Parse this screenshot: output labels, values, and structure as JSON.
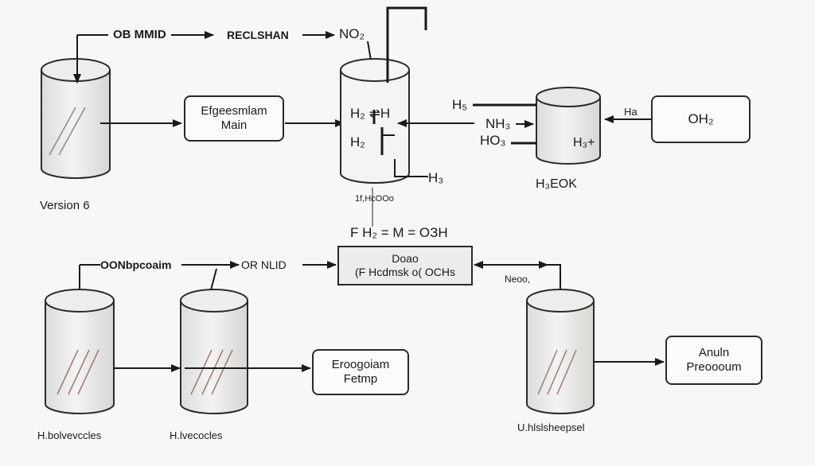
{
  "top_flow": {
    "label_1": "OB MMID",
    "label_2": "RECLSHAN",
    "label_3": "NO₂"
  },
  "cylinders": {
    "left_top_caption": "Version 6",
    "bottom_left_caption": "H.bolvevccles",
    "bottom_mid_caption": "H.lvecocles",
    "bottom_right_caption": "U.hlslsheepsel"
  },
  "boxes": {
    "reaction_main": [
      "Efgeesmlam",
      "Main"
    ],
    "oh_box": "OH₂",
    "center_box": [
      "Doao",
      "(F Hcdmsk o( OCHs"
    ],
    "eroggolam_box": [
      "Eroogoiam",
      "Fetmp"
    ],
    "anuln_box": [
      "Anuln",
      "Preoooum"
    ]
  },
  "center_vessel": {
    "label_top": "H₂ ⇌H",
    "label_bottom": "H₂",
    "label_h3": "H₃",
    "label_below": "1f,HcOOo",
    "equation": "F H₂ = M = OЗH"
  },
  "right_vessel": {
    "left_label_1": "H₅",
    "left_label_2": "NH₃",
    "left_label_3": "HO₃",
    "inner_label": "H₃+",
    "right_label": "Ha",
    "caption": "H₃EOK"
  },
  "middle_flow": {
    "label_1": "OONbpcoaim",
    "label_2": "OR NLID",
    "label_3": "Neoo,"
  }
}
